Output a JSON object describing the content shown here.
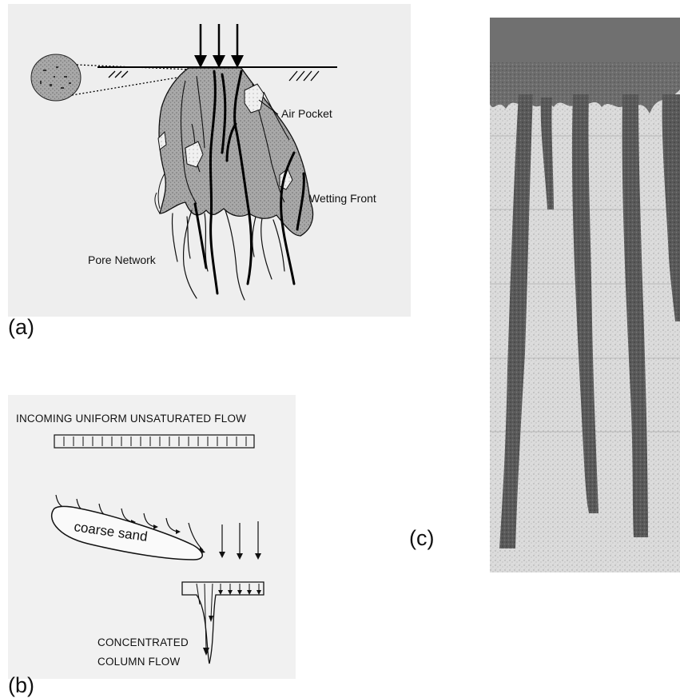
{
  "panels": {
    "a": {
      "label": "(a)",
      "annotations": {
        "air_pocket": "Air Pocket",
        "wetting_front": "Wetting Front",
        "pore_network": "Pore Network"
      }
    },
    "b": {
      "label": "(b)",
      "annotations": {
        "incoming_flow": "INCOMING UNIFORM UNSATURATED FLOW",
        "coarse_sand": "coarse sand",
        "concentrated_line1": "CONCENTRATED",
        "concentrated_line2": "COLUMN FLOW"
      }
    },
    "c": {
      "label": "(c)"
    }
  }
}
